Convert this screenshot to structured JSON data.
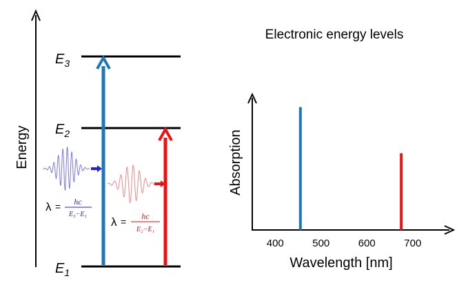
{
  "energy_diagram": {
    "axis_label": "Energy",
    "levels": [
      {
        "name": "E",
        "sub": "3"
      },
      {
        "name": "E",
        "sub": "2"
      },
      {
        "name": "E",
        "sub": "1"
      }
    ],
    "formula_blue": {
      "lambda": "λ",
      "eq": "=",
      "num": "hc",
      "den": "E₃−E₁"
    },
    "formula_red": {
      "lambda": "λ",
      "eq": "=",
      "num": "hc",
      "den": "E₂−E₁"
    },
    "colors": {
      "blue": "#1f77b4",
      "red": "#ee1111",
      "wave_blue": "#7777ee",
      "wave_red": "#ee8888",
      "formula_blue": "#2222cc",
      "formula_red": "#dd1111"
    }
  },
  "spectrum": {
    "title": "Electronic energy levels",
    "ylabel": "Absorption",
    "xlabel": "Wavelength [nm]"
  },
  "chart_data": {
    "type": "bar",
    "title": "Electronic energy levels",
    "xlabel": "Wavelength [nm]",
    "ylabel": "Absorption",
    "xticks": [
      400,
      500,
      600,
      700
    ],
    "xlim": [
      350,
      780
    ],
    "ylim": [
      0,
      1
    ],
    "series": [
      {
        "x": 455,
        "y": 0.93,
        "color": "#1f77b4"
      },
      {
        "x": 675,
        "y": 0.58,
        "color": "#ee1111"
      }
    ]
  }
}
